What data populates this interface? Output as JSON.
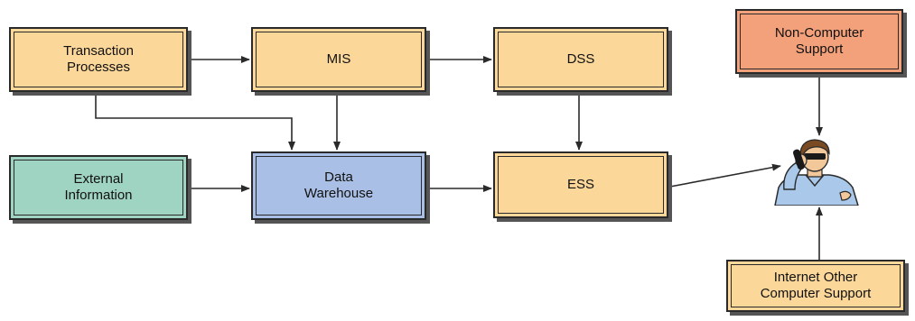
{
  "colors": {
    "system_box": "#fcd79a",
    "external_box": "#9fd3c2",
    "warehouse_box": "#a9bfe6",
    "noncomputer_box": "#f3a17b",
    "stroke": "#2a2a2a"
  },
  "nodes": {
    "tps": {
      "label": "Transaction\nProcesses"
    },
    "mis": {
      "label": "MIS"
    },
    "dss": {
      "label": "DSS"
    },
    "external": {
      "label": "External\nInformation"
    },
    "warehouse": {
      "label": "Data\nWarehouse"
    },
    "ess": {
      "label": "ESS"
    },
    "noncomputer": {
      "label": "Non-Computer\nSupport"
    },
    "internet": {
      "label": "Internet Other\nComputer Support"
    }
  },
  "icons": {
    "executive": "executive-on-phone-icon"
  }
}
